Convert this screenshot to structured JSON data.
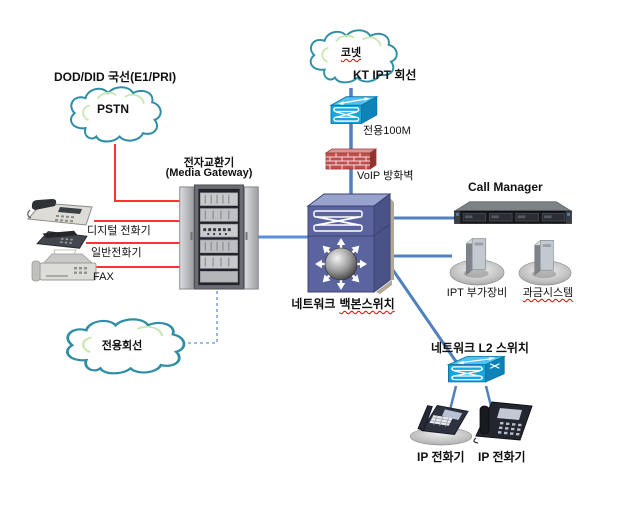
{
  "nodes": {
    "kornet_cloud": {
      "label": "코넷"
    },
    "kt_ipt_line": {
      "label": "KT IPT 회선"
    },
    "dedicated_line": {
      "label": "전용100M"
    },
    "voip_firewall": {
      "label": "VoIP 방화벽"
    },
    "backbone_switch": {
      "label_prefix": "네트워크",
      "label_wavy": "백본스위치"
    },
    "pstn_trunk": {
      "label": "DOD/DID 국선(E1/PRI)"
    },
    "pstn_cloud": {
      "label": "PSTN"
    },
    "media_gateway": {
      "label_line1": "전자교환기",
      "label_line2": "(Media Gateway)"
    },
    "digital_phone": {
      "label": "디지털 전화기"
    },
    "analog_phone": {
      "label": "일반전화기"
    },
    "fax": {
      "label": "FAX"
    },
    "leased_line_cloud": {
      "label": "전용회선"
    },
    "call_manager": {
      "label": "Call Manager"
    },
    "ipt_addon": {
      "label": "IPT 부가장비"
    },
    "billing_system": {
      "label": "과금시스템"
    },
    "l2_switch": {
      "label": "네트워크 L2 스위치"
    },
    "ip_phone_left": {
      "label": "IP 전화기"
    },
    "ip_phone_right": {
      "label": "IP 전화기"
    }
  },
  "colors": {
    "line_blue": "#4f81bd",
    "line_red": "#ff3333",
    "line_dashed_blue": "#7da7d9",
    "cloud_outline": "#2e8ea4",
    "cloud_highlight": "#c9e7b0",
    "switch_cyan": "#18a6de",
    "backbone_purple": "#5c64a0",
    "firewall_red": "#c0504d",
    "spellcheck_red": "#e60000"
  }
}
